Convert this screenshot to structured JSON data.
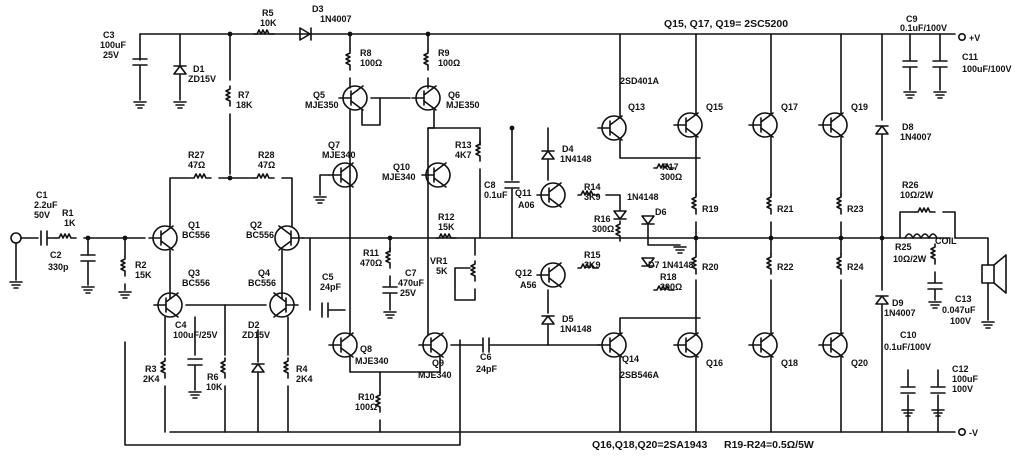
{
  "rails": {
    "vplus": "+V",
    "vminus": "-V"
  },
  "notes": {
    "npn_out": "Q15, Q17, Q19= 2SC5200",
    "pnp_out": "Q16,Q18,Q20=2SA1943",
    "emitter_r": "R19-R24=0.5Ω/5W"
  },
  "labels": {
    "r5": "R5",
    "r5v": "10K",
    "d3": "D3",
    "d3v": "1N4007",
    "c3": "C3",
    "c3v1": "100uF",
    "c3v2": "25V",
    "d1": "D1",
    "d1v": "ZD15V",
    "r7": "R7",
    "r7v": "18K",
    "r8": "R8",
    "r8v": "100Ω",
    "r9": "R9",
    "r9v": "100Ω",
    "q5": "Q5",
    "q5v": "MJE350",
    "q6": "Q6",
    "q6v": "MJE350",
    "r27": "R27",
    "r27v": "47Ω",
    "r28": "R28",
    "r28v": "47Ω",
    "q7": "Q7",
    "q7v": "MJE340",
    "q10": "Q10",
    "q10v": "MJE340",
    "r13": "R13",
    "r13v": "4K7",
    "c8": "C8",
    "c8v": "0.1uF",
    "d4": "D4",
    "d4v": "1N4148",
    "q13": "Q13",
    "q13v": "2SD401A",
    "q14": "Q14",
    "q14v": "2SB546A",
    "q15": "Q15",
    "q17": "Q17",
    "q19": "Q19",
    "q16": "Q16",
    "q18": "Q18",
    "q20": "Q20",
    "r17": "R17",
    "r17v": "300Ω",
    "r14": "R14",
    "r14v": "3K9",
    "d5v": "1N4148",
    "r16": "R16",
    "r16v": "300Ω",
    "d6": "D6",
    "d7": "D7",
    "d7v": "1N4148",
    "q11": "Q11",
    "q11v": "A06",
    "q12": "Q12",
    "q12v": "A56",
    "r15": "R15",
    "r15v": "3K9",
    "r18": "R18",
    "r18v": "300Ω",
    "d5": "D5",
    "d5v2": "1N4148",
    "r19": "R19",
    "r20": "R20",
    "r21": "R21",
    "r22": "R22",
    "r23": "R23",
    "r24": "R24",
    "c9": "C9",
    "c9v": "0.1uF/100V",
    "c11": "C11",
    "c11v": "100uF/100V",
    "d8": "D8",
    "d8v": "1N4007",
    "r26": "R26",
    "r26v": "10Ω/2W",
    "coil": "COIL",
    "r25": "R25",
    "r25v": "10Ω/2W",
    "c13": "C13",
    "c13v1": "0.047uF",
    "c13v2": "100V",
    "d9": "D9",
    "d9v": "1N4007",
    "c10": "C10",
    "c10v": "0.1uF/100V",
    "c12": "C12",
    "c12v1": "100uF",
    "c12v2": "100V",
    "c1": "C1",
    "c1v1": "2.2uF",
    "c1v2": "50V",
    "r1": "R1",
    "r1v": "1K",
    "c2": "C2",
    "c2v": "330p",
    "r2": "R2",
    "r2v": "15K",
    "q1": "Q1",
    "q1v": "BC556",
    "q2": "Q2",
    "q2v": "BC556",
    "q3": "Q3",
    "q3v": "BC556",
    "q4": "Q4",
    "q4v": "BC556",
    "c4": "C4",
    "c4v": "100uF/25V",
    "d2": "D2",
    "d2v": "ZD15V",
    "r3": "R3",
    "r3v": "2K4",
    "r6": "R6",
    "r6v": "10K",
    "r4": "R4",
    "r4v": "2K4",
    "c5": "C5",
    "c5v": "24pF",
    "q8": "Q8",
    "q8v": "MJE340",
    "q9": "Q9",
    "q9v": "MJE340",
    "r10": "R10",
    "r10v": "100Ω",
    "c6": "C6",
    "c6v": "24pF",
    "r11": "R11",
    "r11v": "470Ω",
    "c7": "C7",
    "c7v1": "470uF",
    "c7v2": "25V",
    "r12": "R12",
    "r12v": "15K",
    "vr1": "VR1",
    "vr1v": "5K"
  }
}
